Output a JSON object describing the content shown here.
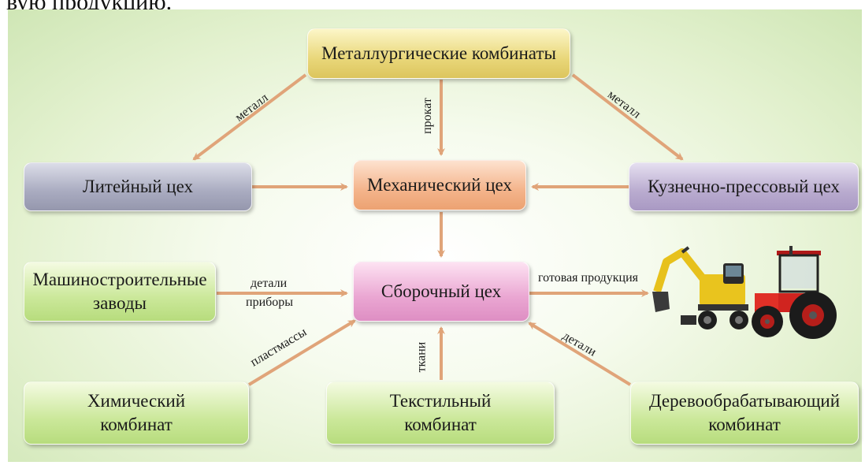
{
  "header_fragment": "вую продукцию.",
  "nodes": {
    "metallurgy": "Металлургические комбинаты",
    "foundry": "Литейный цех",
    "mechanical": "Механический цех",
    "forging": "Кузнечно-прессовый цех",
    "assembly": "Сборочный цех",
    "machine_plants_line1": "Машиностроительные",
    "machine_plants_line2": "заводы",
    "chemical_line1": "Химический",
    "chemical_line2": "комбинат",
    "textile_line1": "Текстильный",
    "textile_line2": "комбинат",
    "woodworking_line1": "Деревообрабатывающий",
    "woodworking_line2": "комбинат"
  },
  "edge_labels": {
    "metal_left": "металл",
    "rolled": "прокат",
    "metal_right": "металл",
    "parts_machine": "детали",
    "instruments": "приборы",
    "plastics": "пластмассы",
    "fabrics": "ткани",
    "parts_wood": "детали",
    "finished_products": "готовая продукция"
  },
  "colors": {
    "arrow": "#e0a479",
    "background_edge": "#cfe6b5"
  },
  "icons": [
    "excavator-image",
    "tractor-image"
  ]
}
